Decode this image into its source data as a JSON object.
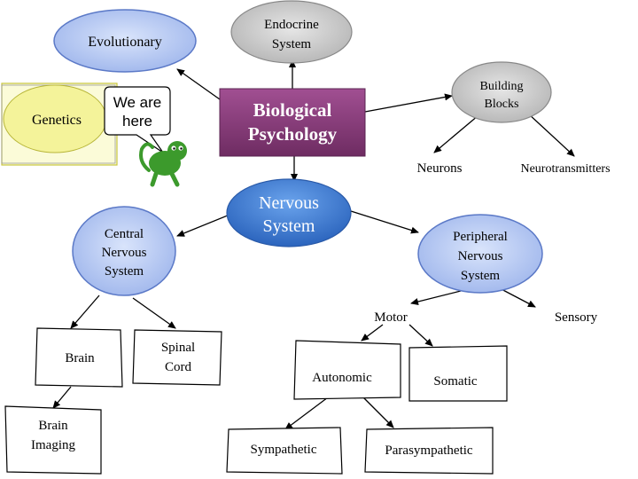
{
  "nodes": {
    "evolutionary": "Evolutionary",
    "endocrine_1": "Endocrine",
    "endocrine_2": "System",
    "genetics": "Genetics",
    "we_are_1": "We are",
    "we_are_2": "here",
    "bio_1": "Biological",
    "bio_2": "Psychology",
    "building_1": "Building",
    "building_2": "Blocks",
    "neurons": "Neurons",
    "neurotransmitters": "Neurotransmitters",
    "nervous_1": "Nervous",
    "nervous_2": "System",
    "cns_1": "Central",
    "cns_2": "Nervous",
    "cns_3": "System",
    "pns_1": "Peripheral",
    "pns_2": "Nervous",
    "pns_3": "System",
    "motor": "Motor",
    "sensory": "Sensory",
    "brain": "Brain",
    "spinal_1": "Spinal",
    "spinal_2": "Cord",
    "autonomic": "Autonomic",
    "somatic": "Somatic",
    "imaging_1": "Brain",
    "imaging_2": "Imaging",
    "sympathetic": "Sympathetic",
    "parasympathetic": "Parasympathetic"
  },
  "colors": {
    "blue_node": "#aabff0",
    "blue_node_stroke": "#5b79c7",
    "endocrine_fill": "#c8c8c8",
    "genetics_fill": "#f6f5a9",
    "bio_fill": "#8a3e7c",
    "nervous_fill": "#3d7dd6",
    "mascot": "#3c9a2c"
  },
  "icons": [
    "speech-bubble",
    "green-creature-mascot"
  ]
}
